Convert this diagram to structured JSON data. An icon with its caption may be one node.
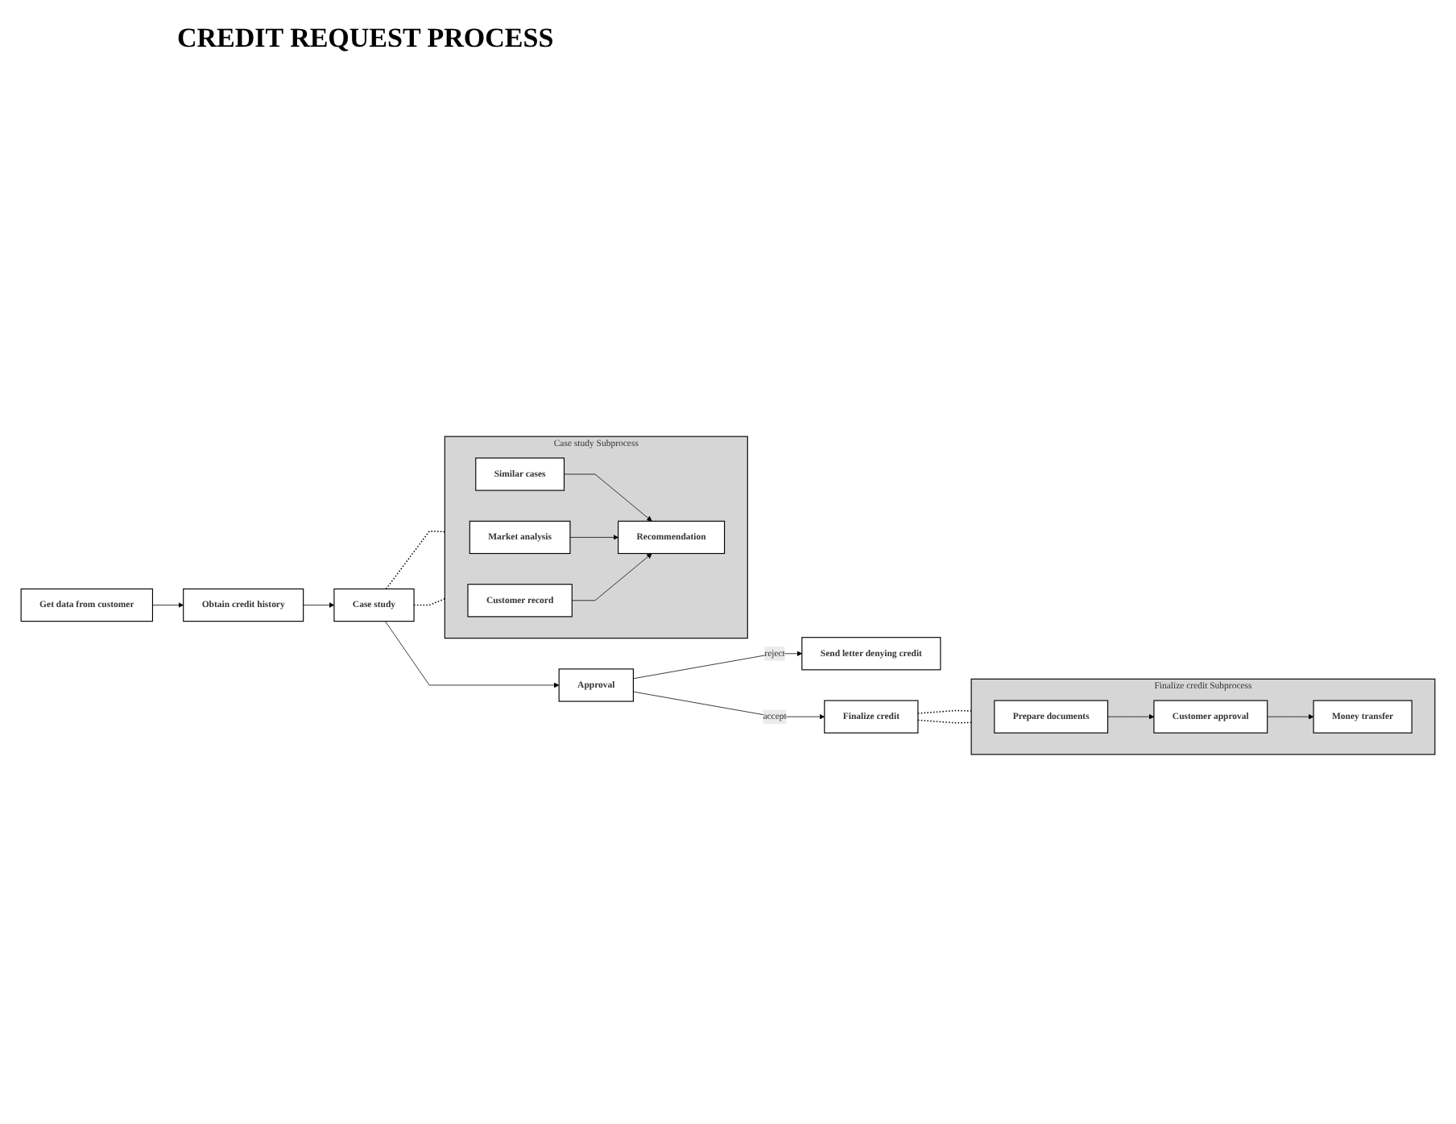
{
  "diagram": {
    "title": "CREDIT REQUEST PROCESS",
    "nodes": [
      {
        "text": [
          "Get data from customer"
        ]
      },
      {
        "text": [
          "Obtain credit history"
        ]
      },
      {
        "text": [
          "Case study"
        ]
      },
      {
        "text": [
          "Approval"
        ]
      },
      {
        "text": [
          "Send letter denying credit"
        ]
      },
      {
        "text": [
          "Finalize credit"
        ]
      },
      {
        "text": [
          "Case study Subprocess"
        ]
      },
      {
        "text": [
          "Similar cases"
        ],
        "in": 6
      },
      {
        "text": [
          "Market analysis"
        ],
        "in": 6
      },
      {
        "text": [
          "Customer record"
        ],
        "in": 6
      },
      {
        "text": [
          "Recommendation"
        ],
        "in": 6
      },
      {
        "text": [
          "Finalize credit Subprocess"
        ]
      },
      {
        "text": [
          "Prepare documents"
        ],
        "in": 11
      },
      {
        "text": [
          "Customer approval"
        ],
        "in": 11
      },
      {
        "text": [
          "Money transfer"
        ],
        "in": 11
      }
    ],
    "edges": [
      {
        "from": 0,
        "to": 1,
        "arrow": "to"
      },
      {
        "from": 1,
        "to": 2,
        "arrow": "to"
      },
      {
        "from": 2,
        "to": 3,
        "arrow": "to"
      },
      {
        "from": 3,
        "to": 4,
        "arrow": "to",
        "label": "reject"
      },
      {
        "from": 3,
        "to": 5,
        "arrow": "to",
        "label": "accept"
      },
      {
        "from": 2,
        "to": 6,
        "arrow": "none",
        "style": "dashed"
      },
      {
        "from": 2,
        "to": 6,
        "arrow": "none",
        "style": "dashed"
      },
      {
        "from": 5,
        "to": 11,
        "arrow": "none",
        "style": "dashed"
      },
      {
        "from": 5,
        "to": 11,
        "arrow": "none",
        "style": "dashed"
      },
      {
        "from": 7,
        "to": 10,
        "arrow": "to"
      },
      {
        "from": 8,
        "to": 10,
        "arrow": "to"
      },
      {
        "from": 9,
        "to": 10,
        "arrow": "to"
      },
      {
        "from": 12,
        "to": 13,
        "arrow": "to"
      },
      {
        "from": 13,
        "to": 14,
        "arrow": "to"
      }
    ]
  }
}
